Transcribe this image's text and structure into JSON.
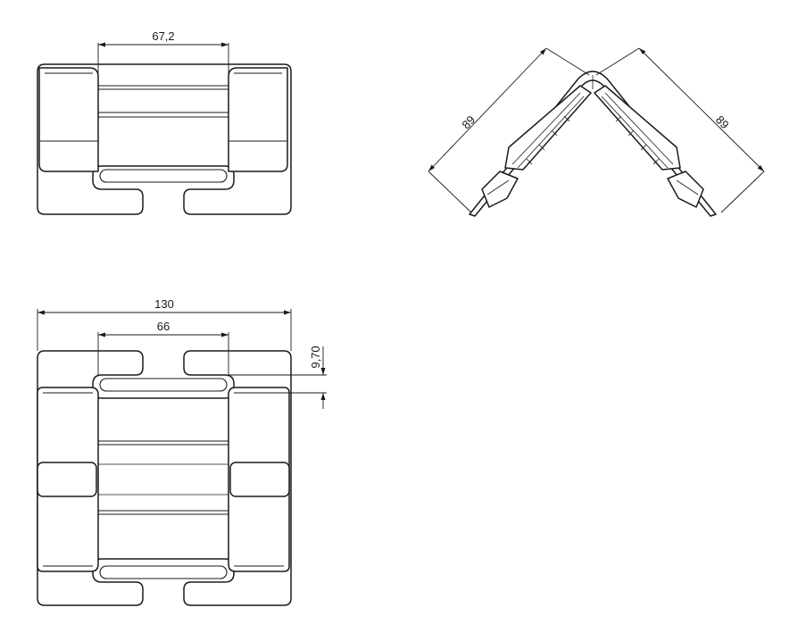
{
  "drawing": {
    "dimensions": {
      "top_width": "67,2",
      "side_left": "89",
      "side_right": "89",
      "overall_width": "130",
      "inner_width": "66",
      "slot_height": "9,70"
    }
  }
}
